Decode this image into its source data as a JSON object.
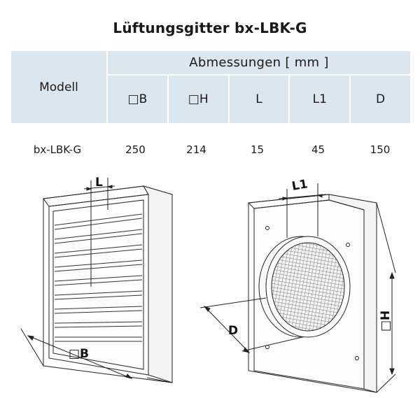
{
  "title": "Lüftungsgitter bx-LBK-G",
  "table": {
    "model_header": "Modell",
    "group_header": "Abmessungen [ mm ]",
    "columns": [
      "□B",
      "□H",
      "L",
      "L1",
      "D"
    ],
    "row": {
      "model": "bx-LBK-G",
      "values": [
        "250",
        "214",
        "15",
        "45",
        "150"
      ]
    }
  },
  "drawing": {
    "labels": {
      "L": "L",
      "B": "□B",
      "L1": "L1",
      "D": "D",
      "H": "□H"
    }
  },
  "colors": {
    "table_fill": "#dce6ee",
    "line": "#222222"
  }
}
